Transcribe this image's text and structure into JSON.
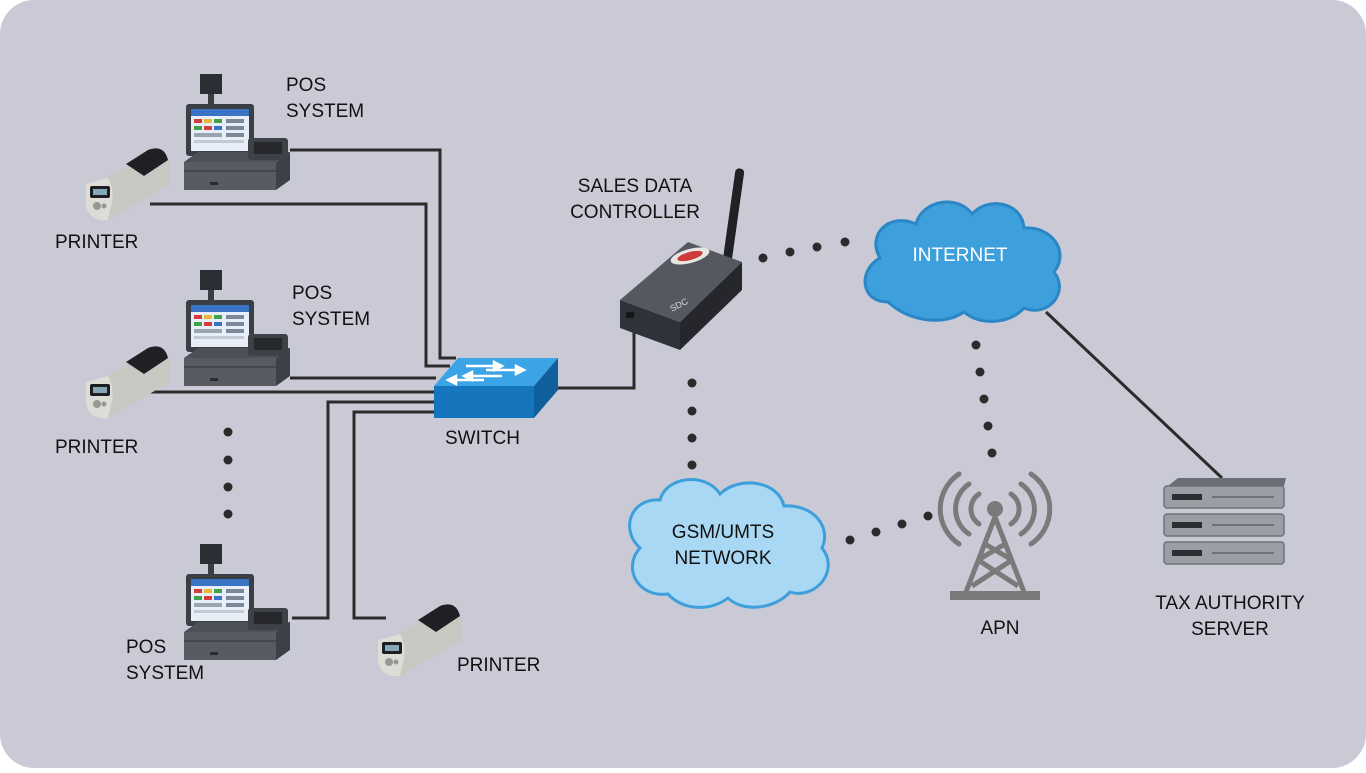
{
  "colors": {
    "background": "#c9cad6",
    "line": "#2b2b2b",
    "internet_cloud": "#3d9fdb",
    "gsm_cloud": "#a8d8f4",
    "switch": "#1c86cf",
    "device_dark": "#2f3238"
  },
  "labels": {
    "pos1": [
      "POS",
      "SYSTEM"
    ],
    "pos2": [
      "POS",
      "SYSTEM"
    ],
    "pos3": [
      "POS",
      "SYSTEM"
    ],
    "printer1": "PRINTER",
    "printer2": "PRINTER",
    "printer3": "PRINTER",
    "switch": "SWITCH",
    "sdc": [
      "SALES DATA",
      "CONTROLLER"
    ],
    "sdc_badge": "SDC",
    "internet": "INTERNET",
    "gsm": [
      "GSM/UMTS",
      "NETWORK"
    ],
    "apn": "APN",
    "tax": [
      "TAX AUTHORITY",
      "SERVER"
    ]
  },
  "icons": [
    "pos-terminal-icon",
    "receipt-printer-icon",
    "network-switch-icon",
    "router-antenna-icon",
    "cloud-icon",
    "cell-tower-icon",
    "server-rack-icon"
  ]
}
